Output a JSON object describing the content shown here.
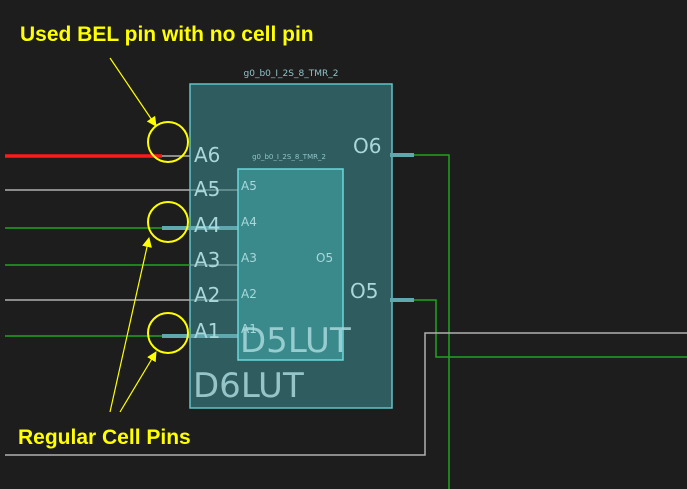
{
  "annotations": {
    "top": "Used BEL pin with no cell pin",
    "bottom": "Regular Cell Pins"
  },
  "cells": {
    "outer_instance": "g0_b0_I_2S_8_TMR_2",
    "inner_instance": "g0_b0_I_2S_8_TMR_2",
    "outer_type": "D6LUT",
    "inner_type": "D5LUT"
  },
  "pins": {
    "outer_inputs": [
      "A6",
      "A5",
      "A4",
      "A3",
      "A2",
      "A1"
    ],
    "outer_outputs": [
      "O6",
      "O5"
    ],
    "inner_inputs": [
      "A5",
      "A4",
      "A3",
      "A2",
      "A1"
    ],
    "inner_output": "O5"
  },
  "colors": {
    "background": "#1d1d1d",
    "outer_fill": "#2f5c5e",
    "inner_fill": "#3a8a8c",
    "wire_green": "#1fa31f",
    "wire_gray": "#b0b0b0",
    "wire_red": "#ff1a1a",
    "annotation": "#ffff00"
  }
}
